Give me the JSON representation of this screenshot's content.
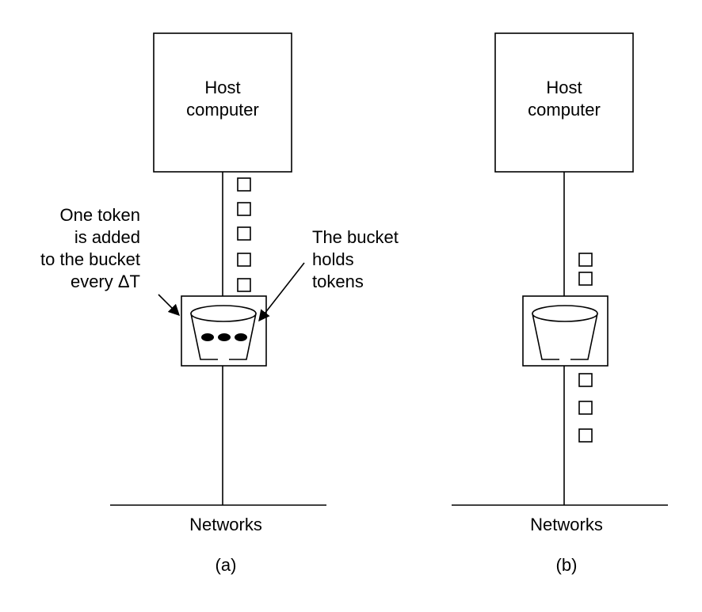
{
  "panel_a": {
    "host_line1": "Host",
    "host_line2": "computer",
    "network_label": "Networks",
    "caption": "(a)",
    "note_left": [
      "One token",
      "is added",
      "to the bucket",
      "every ΔT"
    ],
    "note_right": [
      "The bucket",
      "holds",
      "tokens"
    ]
  },
  "panel_b": {
    "host_line1": "Host",
    "host_line2": "computer",
    "network_label": "Networks",
    "caption": "(b)"
  }
}
